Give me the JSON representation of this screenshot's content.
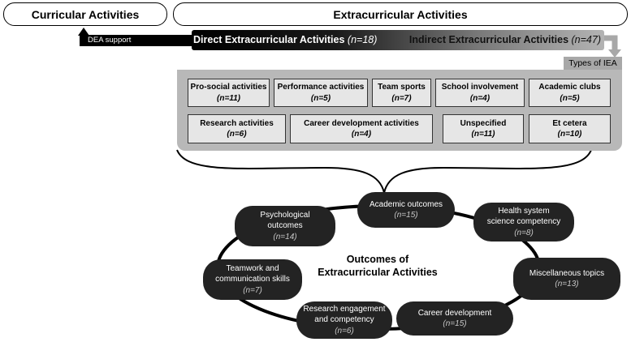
{
  "header": {
    "curricular": "Curricular Activities",
    "extracurricular": "Extracurricular Activities"
  },
  "bar": {
    "dea_support": "DEA support",
    "direct_label": "Direct Extracurricular Activities",
    "direct_n": "(n=18)",
    "indirect_label": "Indirect Extracurricular Activities",
    "indirect_n": "(n=47)"
  },
  "types": {
    "tag": "Types of IEA",
    "items": [
      {
        "label": "Pro-social activities",
        "n": "(n=11)"
      },
      {
        "label": "Performance activities",
        "n": "(n=5)"
      },
      {
        "label": "Team sports",
        "n": "(n=7)"
      },
      {
        "label": "School involvement",
        "n": "(n=4)"
      },
      {
        "label": "Academic clubs",
        "n": "(n=5)"
      },
      {
        "label": "Research activities",
        "n": "(n=6)"
      },
      {
        "label": "Career development activities",
        "n": "(n=4)"
      },
      {
        "label": "Unspecified",
        "n": "(n=11)"
      },
      {
        "label": "Et cetera",
        "n": "(n=10)"
      }
    ]
  },
  "outcomes": {
    "title_line1": "Outcomes of",
    "title_line2": "Extracurricular Activities",
    "items": [
      {
        "label1": "Academic outcomes",
        "label2": "",
        "n": "(n=15)"
      },
      {
        "label1": "Health system",
        "label2": "science competency",
        "n": "(n=8)"
      },
      {
        "label1": "Miscellaneous topics",
        "label2": "",
        "n": "(n=13)"
      },
      {
        "label1": "Career development",
        "label2": "",
        "n": "(n=15)"
      },
      {
        "label1": "Research engagement",
        "label2": "and competency",
        "n": "(n=6)"
      },
      {
        "label1": "Teamwork and",
        "label2": "communication skills",
        "n": "(n=7)"
      },
      {
        "label1": "Psychological",
        "label2": "outcomes",
        "n": "(n=14)"
      }
    ]
  }
}
